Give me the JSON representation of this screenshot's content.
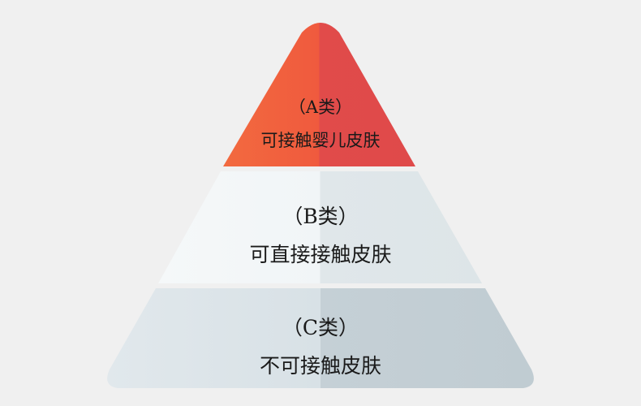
{
  "pyramid": {
    "tiers": [
      {
        "category": "（A类）",
        "description": "可接触婴儿皮肤",
        "colors": {
          "left": "#f2613e",
          "right": "#e04a4a"
        }
      },
      {
        "category": "（B类）",
        "description": "可直接接触皮肤",
        "colors": {
          "left": "#f3f7f8",
          "right": "#e0e7ea"
        }
      },
      {
        "category": "（C类）",
        "description": "不可接触皮肤",
        "colors": {
          "left": "#dce4e8",
          "right": "#c3cfd5"
        }
      }
    ]
  }
}
